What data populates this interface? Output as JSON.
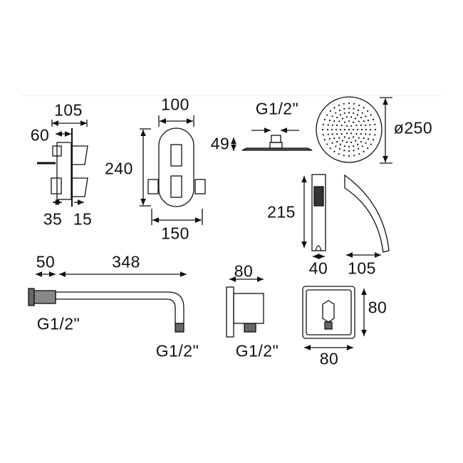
{
  "valve": {
    "width": "105",
    "depth_wall": "60",
    "depth_a": "35",
    "depth_b": "15"
  },
  "faceplate": {
    "width": "100",
    "height": "240",
    "overall_width": "150"
  },
  "shower_head": {
    "thread": "G1/2\"",
    "height": "49",
    "diameter": "ø250"
  },
  "handset": {
    "length": "215",
    "width": "40",
    "holder_depth": "105"
  },
  "arm": {
    "offset": "50",
    "length": "348",
    "thread_wall": "G1/2\"",
    "thread_end": "G1/2\""
  },
  "outlet_elbow": {
    "depth": "80",
    "thread": "G1/2\"",
    "height": "80",
    "width": "80"
  },
  "colors": {
    "line": "#111111",
    "divider": "#eeeeee"
  }
}
